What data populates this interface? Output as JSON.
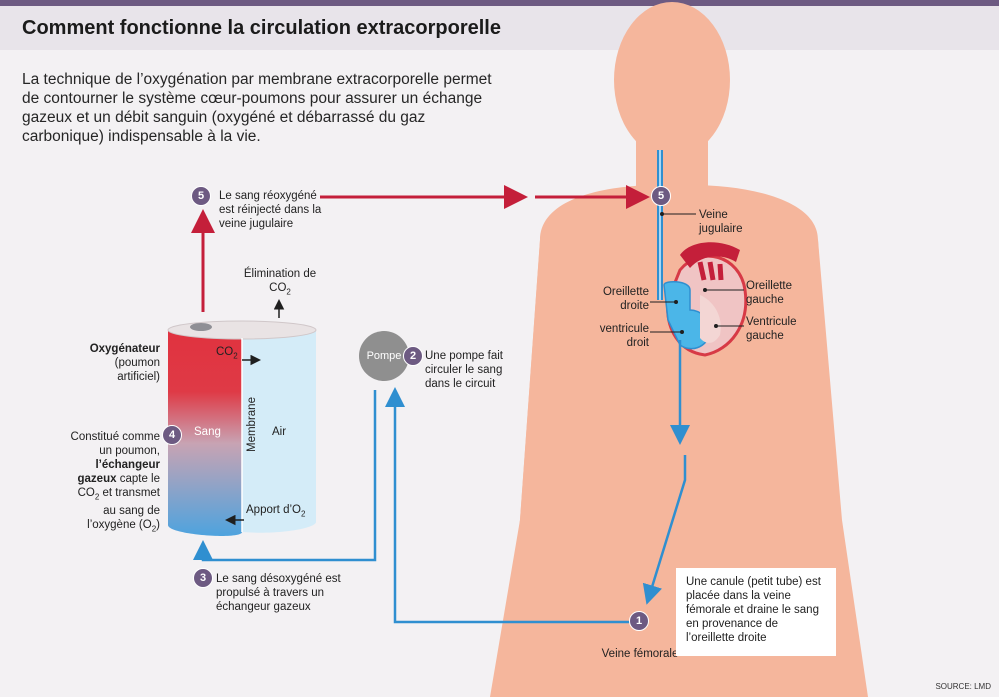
{
  "title": "Comment fonctionne la circulation extracorporelle",
  "intro": "La technique de l’oxygénation par membrane extracorporelle permet de contourner le système cœur-poumons pour assurer un échange gazeux et un débit sanguin (oxygéné et débarrassé du gaz carbonique) indispensable à la vie.",
  "steps": {
    "s1": "1",
    "s2": "2",
    "s3": "3",
    "s4": "4",
    "s5": "5"
  },
  "oxygenator": {
    "title": "Oxygénateur",
    "subtitle": "(poumon artificiel)",
    "sang": "Sang",
    "air": "Air",
    "membrane": "Membrane",
    "co2_in": "CO",
    "co2_in_sub": "2",
    "o2_in": "Apport d’O",
    "o2_in_sub": "2",
    "elimination": "Élimination de CO",
    "elimination_sub": "2"
  },
  "step4": {
    "pre": "Constitué comme un poumon,",
    "bold": "l’échangeur gazeux",
    "post1": "capte le CO",
    "post1_sub": "2",
    "post2": "et transmet au sang de l’oxygène (O",
    "post2_sub": "2",
    "post3": ")"
  },
  "step5_left": "Le sang réoxygéné est réinjecté dans la veine jugulaire",
  "step2": "Une pompe fait circuler le sang dans le circuit",
  "pump_label": "Pompe",
  "step3": "Le sang désoxygéné est propulsé à travers un échangeur gazeux",
  "body_labels": {
    "veine_jugulaire": "Veine jugulaire",
    "oreillette_droite": "Oreillette droite",
    "oreillette_gauche": "Oreillette gauche",
    "ventricule_droit": "ventricule droit",
    "ventricule_gauche": "Ventricule gauche",
    "veine_femorale": "Veine fémorale"
  },
  "canule": "Une canule (petit tube) est placée dans la veine fémorale et draine le sang en provenance de l’oreillette droite",
  "source": "SOURCE: LMD",
  "colors": {
    "skin": "#f5b69c",
    "blood_red": "#c41f3a",
    "blood_blue": "#2f8fd0",
    "air": "#d4ecf8",
    "accent": "#6d5a82"
  }
}
